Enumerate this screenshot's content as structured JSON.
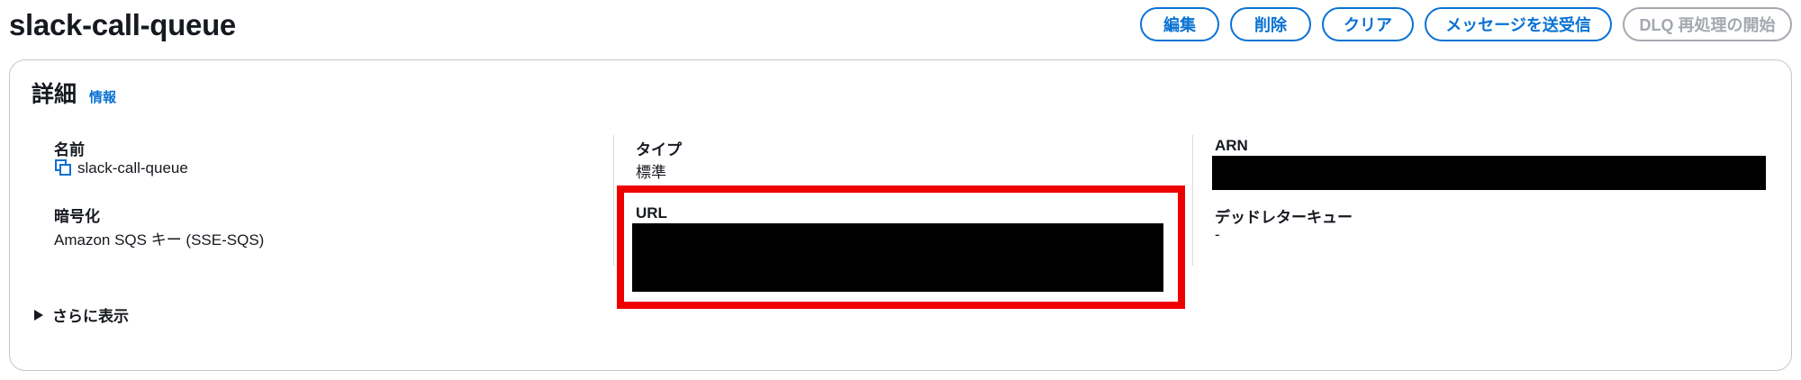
{
  "header": {
    "title": "slack-call-queue",
    "actions": {
      "edit": "編集",
      "delete": "削除",
      "clear": "クリア",
      "send_receive": "メッセージを送受信",
      "dlq_redrive": "DLQ 再処理の開始"
    }
  },
  "details": {
    "title": "詳細",
    "info_link": "情報",
    "name_label": "名前",
    "name_value": "slack-call-queue",
    "type_label": "タイプ",
    "type_value": "標準",
    "arn_label": "ARN",
    "encryption_label": "暗号化",
    "encryption_value": "Amazon SQS キー (SSE-SQS)",
    "url_label": "URL",
    "dlq_label": "デッドレターキュー",
    "dlq_value": "-",
    "show_more": "さらに表示"
  },
  "colors": {
    "link_blue": "#0972d3",
    "disabled_gray": "#a3a9b0",
    "highlight_red": "#ee0000"
  },
  "icons": [
    "copy-icon",
    "caret-right-icon"
  ]
}
